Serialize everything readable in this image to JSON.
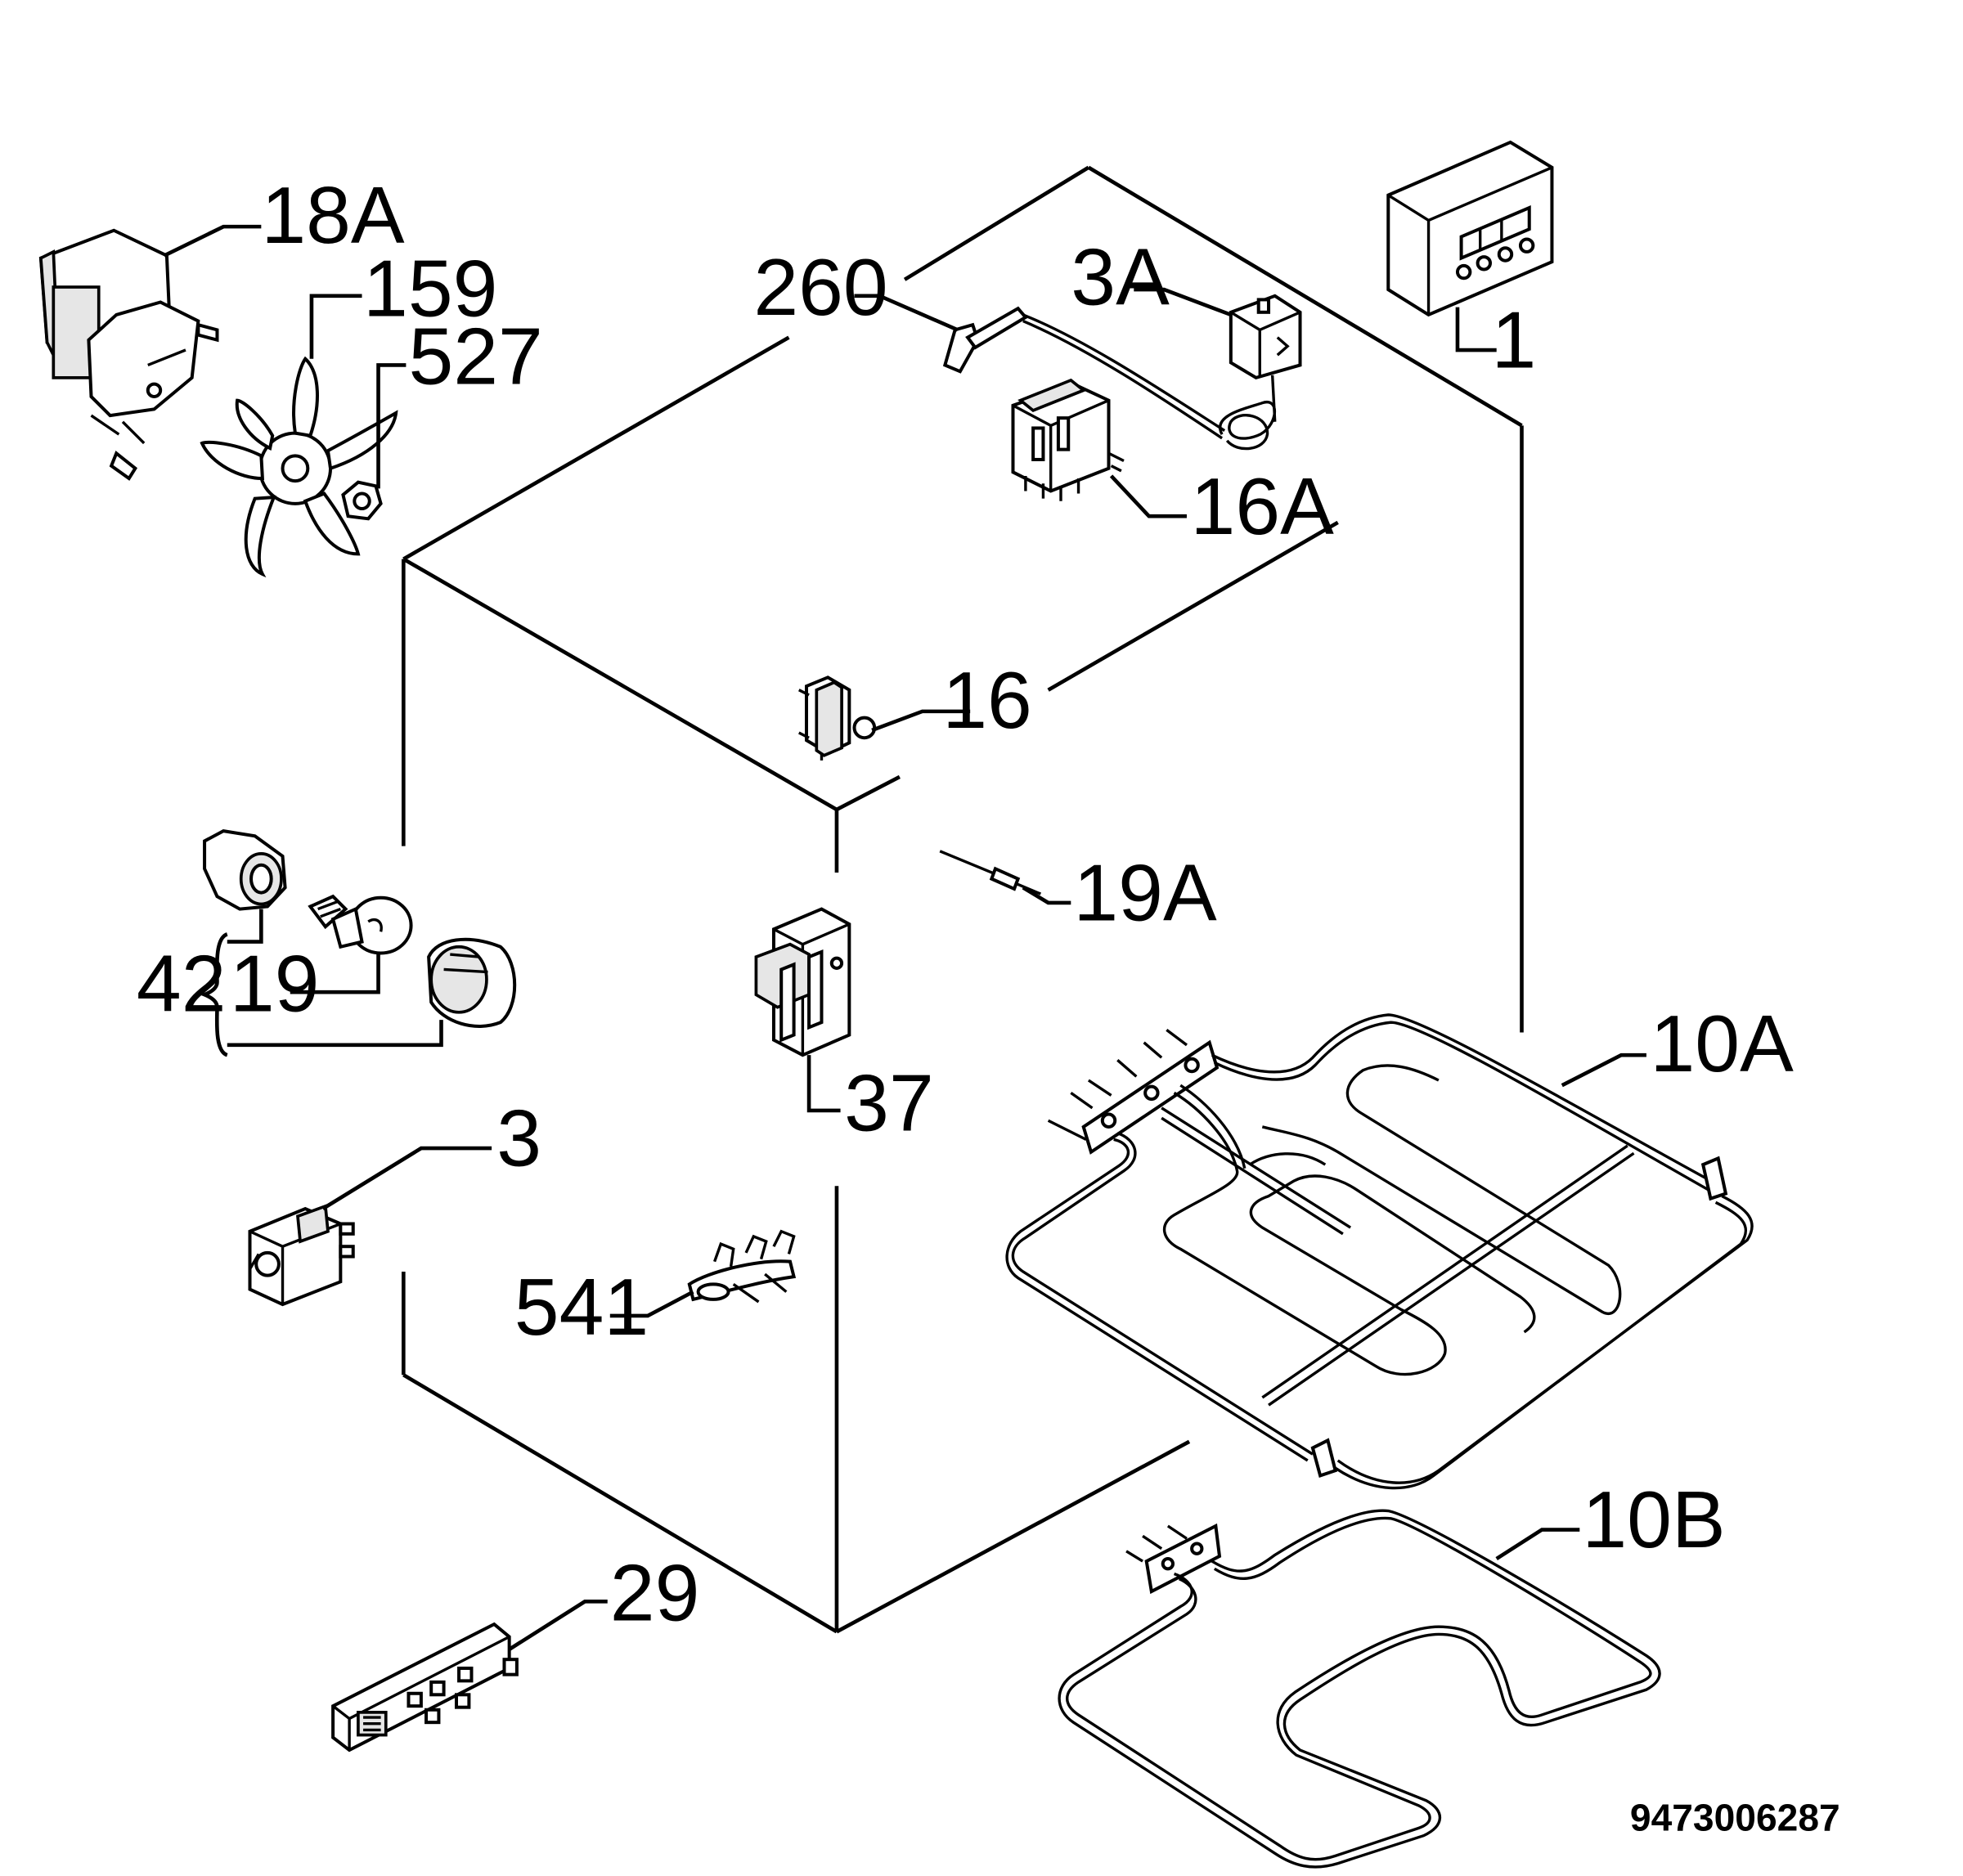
{
  "callouts": [
    {
      "id": "18a",
      "text": "18A"
    },
    {
      "id": "159",
      "text": "159"
    },
    {
      "id": "527",
      "text": "527"
    },
    {
      "id": "260",
      "text": "260"
    },
    {
      "id": "3a",
      "text": "3A"
    },
    {
      "id": "1",
      "text": "1"
    },
    {
      "id": "16a",
      "text": "16A"
    },
    {
      "id": "16",
      "text": "16"
    },
    {
      "id": "19a",
      "text": "19A"
    },
    {
      "id": "42",
      "text": "42"
    },
    {
      "id": "19",
      "text": "19"
    },
    {
      "id": "10a",
      "text": "10A"
    },
    {
      "id": "37",
      "text": "37"
    },
    {
      "id": "3",
      "text": "3"
    },
    {
      "id": "541",
      "text": "541"
    },
    {
      "id": "10b",
      "text": "10B"
    },
    {
      "id": "29",
      "text": "29"
    }
  ],
  "drawing_code": "9473006287",
  "icons": {
    "cabinet": "oven-cabinet-outline",
    "fan_motor": "fan-motor-icon",
    "fan_blade": "fan-blade-icon",
    "nut": "nut-icon",
    "sensor": "temperature-probe-icon",
    "thermostat": "thermostat-icon",
    "timer": "electronic-timer-icon",
    "selector": "function-selector-switch-icon",
    "switch": "push-switch-icon",
    "fuse": "thermal-fuse-icon",
    "lamp": "oven-lamp-icon",
    "grill": "grill-element-icon",
    "hinge": "door-hinge-icon",
    "regulator": "energy-regulator-icon",
    "terminal": "terminal-block-icon",
    "bottom_element": "bottom-heating-element-icon",
    "ignition": "spark-generator-icon"
  },
  "colors": {
    "ink": "#000000",
    "paper": "#ffffff"
  }
}
